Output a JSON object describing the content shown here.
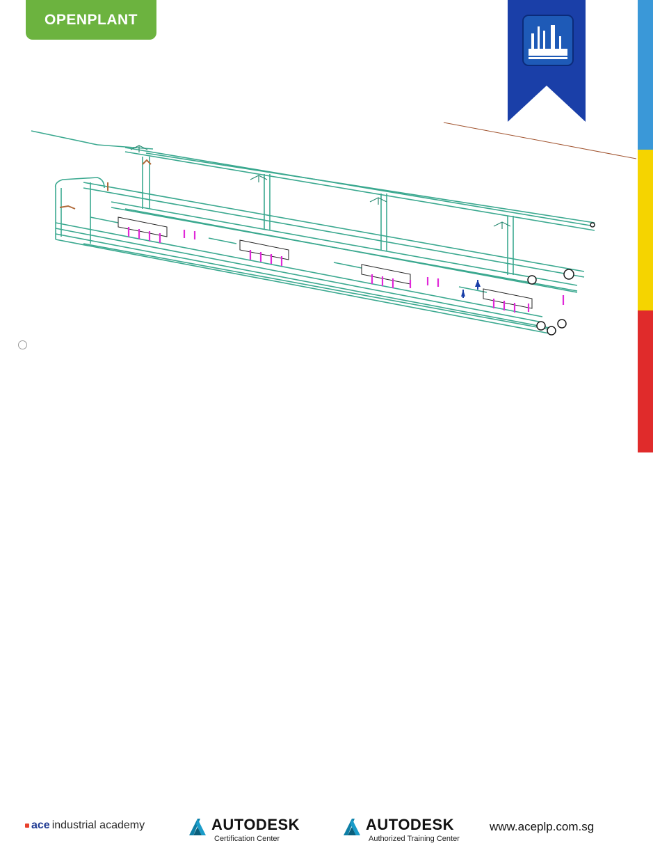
{
  "header": {
    "tag_label": "OPENPLANT"
  },
  "ribbon": {
    "icon": "plant-factory-icon",
    "color": "#1a3fa8"
  },
  "stripes": {
    "blue": "#3a98d8",
    "yellow": "#f5d400",
    "red": "#e02b2b"
  },
  "footer": {
    "ace": {
      "prefix": "ace",
      "suffix": "industrial academy"
    },
    "autodesk_cert": {
      "name": "AUTODESK",
      "sub": "Certification Center"
    },
    "autodesk_atc": {
      "name": "AUTODESK",
      "sub": "Authorized Training Center"
    },
    "website": "www.aceplp.com.sg"
  }
}
